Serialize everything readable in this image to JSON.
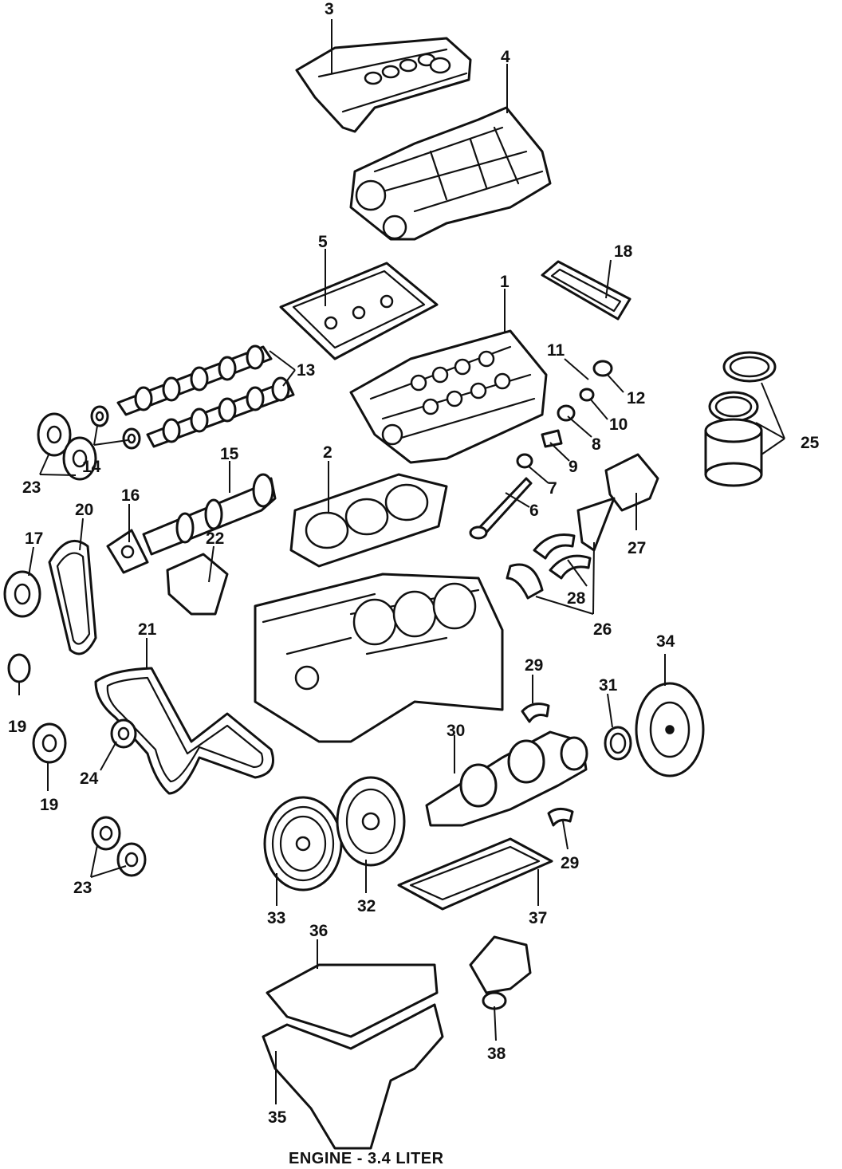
{
  "caption": "ENGINE - 3.4 LITER",
  "callouts": [
    "1",
    "2",
    "3",
    "4",
    "5",
    "6",
    "7",
    "8",
    "9",
    "10",
    "11",
    "12",
    "13",
    "14",
    "15",
    "16",
    "17",
    "18",
    "19",
    "20",
    "21",
    "22",
    "23",
    "24",
    "25",
    "26",
    "27",
    "28",
    "29",
    "30",
    "31",
    "32",
    "33",
    "34",
    "35",
    "36",
    "37",
    "38"
  ],
  "colors": {
    "ink": "#111111",
    "paper": "#ffffff"
  }
}
